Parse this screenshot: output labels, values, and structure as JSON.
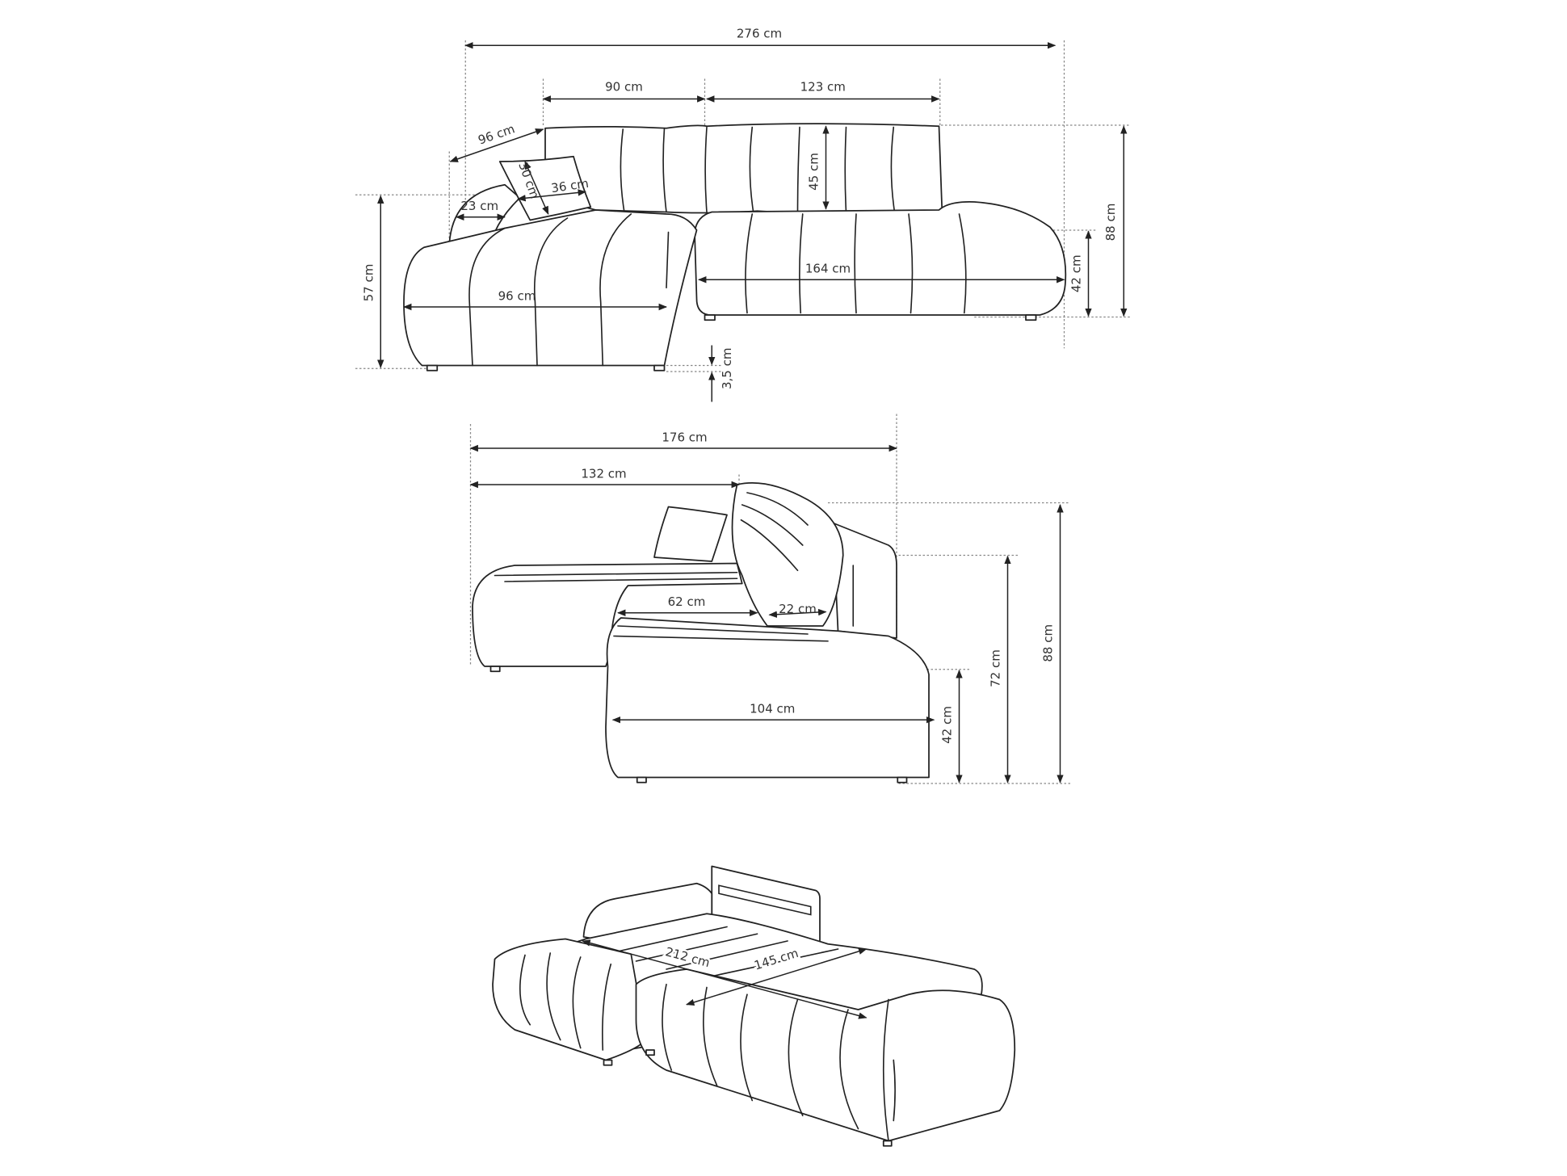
{
  "colors": {
    "line": "#222222",
    "text": "#333333",
    "background": "#ffffff"
  },
  "top_view": {
    "overall_width": "276 cm",
    "chaise_back_width": "90 cm",
    "main_back_width": "123 cm",
    "chaise_depth_diag": "96 cm",
    "pillow_height": "30 cm",
    "pillow_width": "36 cm",
    "armrest_width": "23 cm",
    "chaise_height": "57 cm",
    "backrest_height": "45 cm",
    "seat_width": "164 cm",
    "chaise_width": "96 cm",
    "total_height": "88 cm",
    "seat_height": "42 cm",
    "leg_height": "3,5 cm"
  },
  "side_view": {
    "overall_depth": "176 cm",
    "chaise_depth": "132 cm",
    "seat_depth": "62 cm",
    "backrest_thickness": "22 cm",
    "module_depth": "104 cm",
    "seat_height": "42 cm",
    "armrest_height": "72 cm",
    "total_height": "88 cm"
  },
  "bed_view": {
    "sleeping_length": "212 cm",
    "sleeping_width": "145 cm"
  }
}
